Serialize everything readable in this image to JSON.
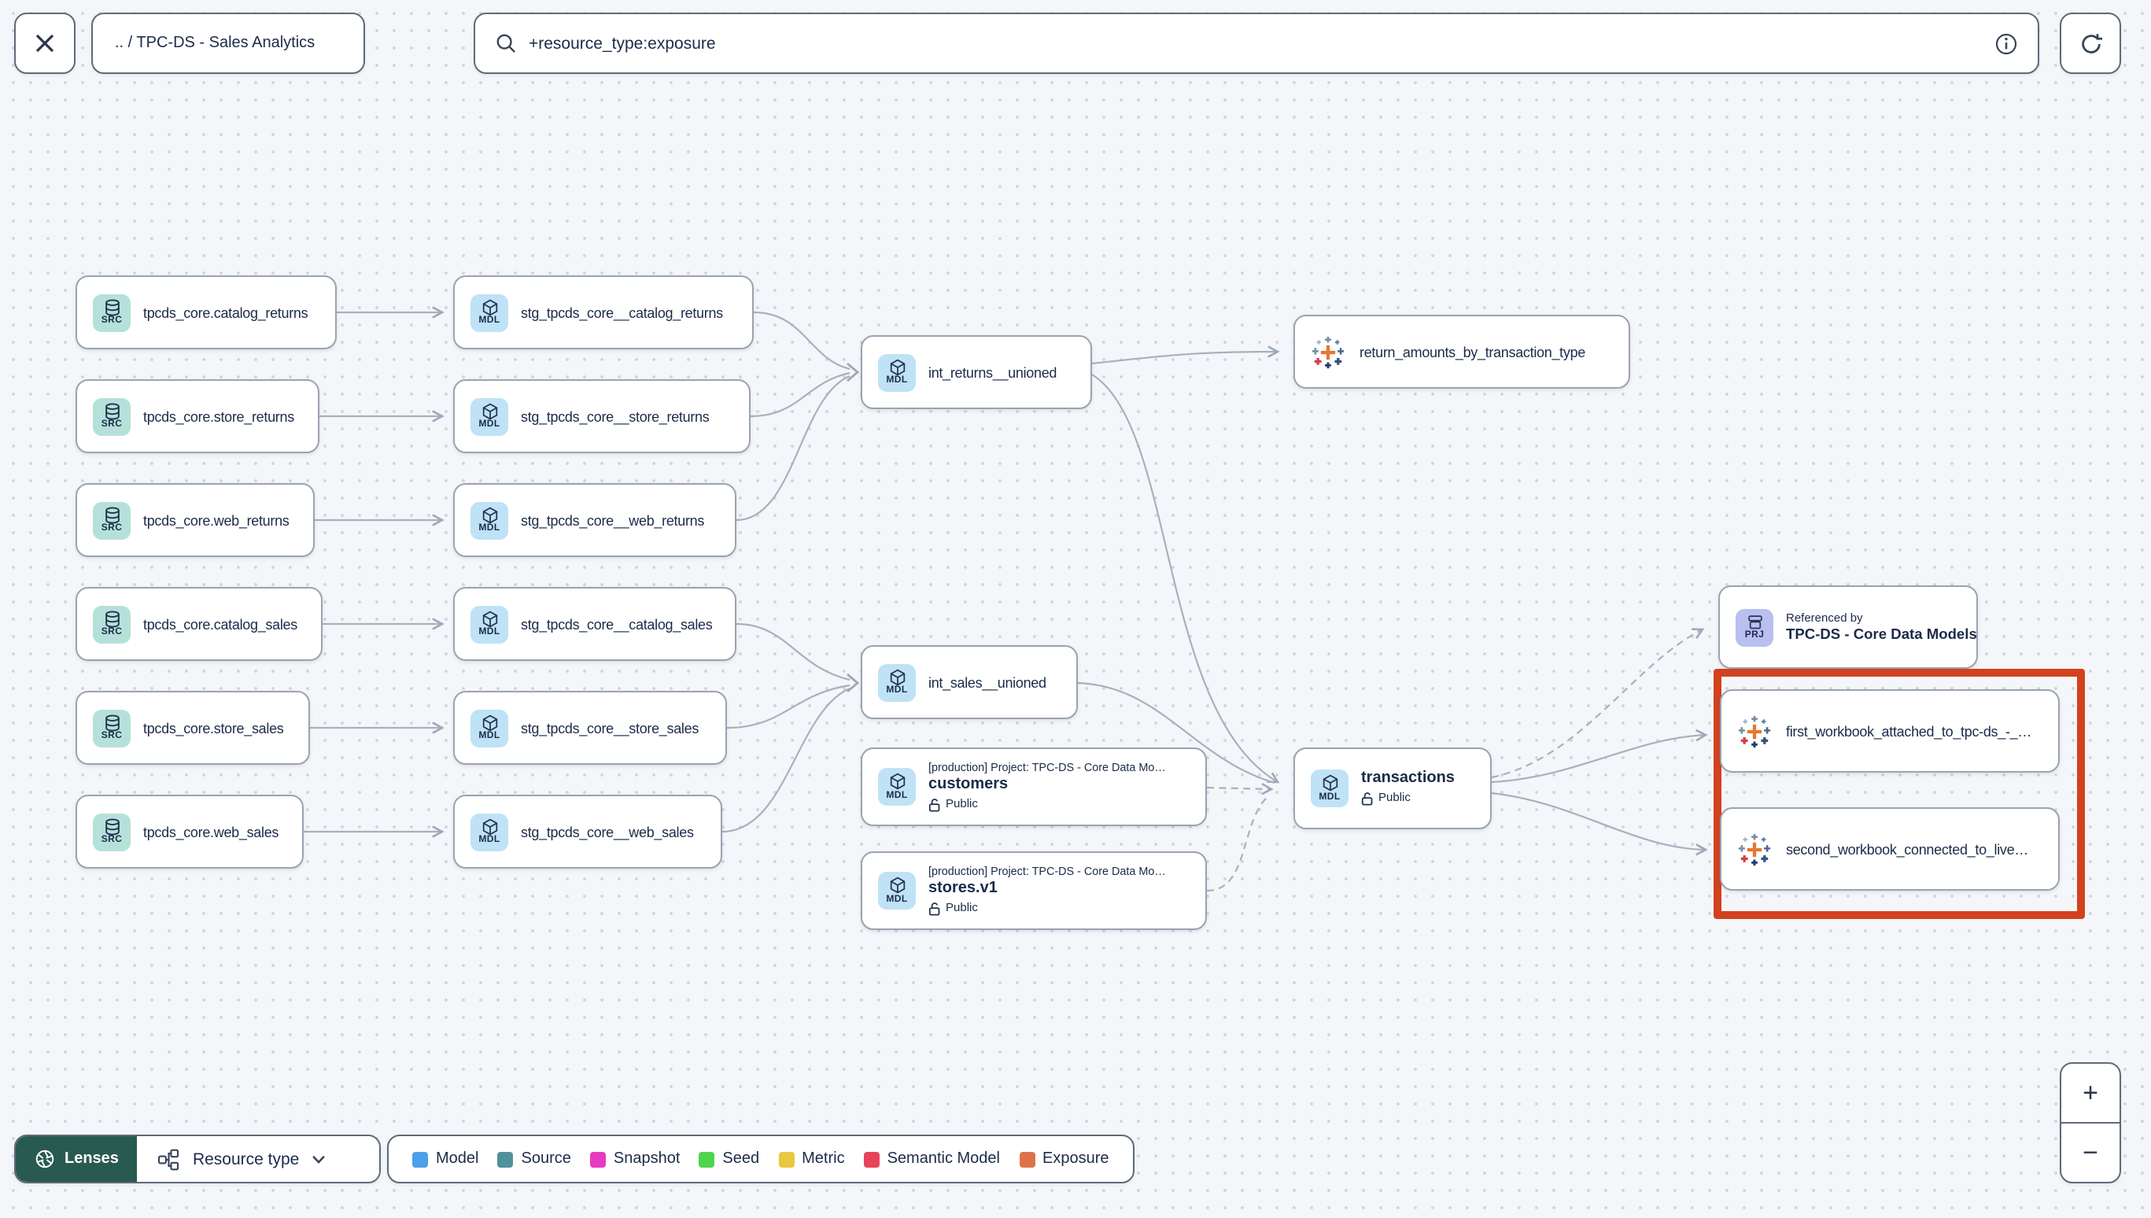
{
  "header": {
    "breadcrumb": ".. / TPC-DS - Sales Analytics",
    "search_value": "+resource_type:exposure"
  },
  "badges": {
    "source": "SRC",
    "model": "MDL",
    "project": "PRJ"
  },
  "graph": {
    "sources": [
      {
        "label": "tpcds_core.catalog_returns"
      },
      {
        "label": "tpcds_core.store_returns"
      },
      {
        "label": "tpcds_core.web_returns"
      },
      {
        "label": "tpcds_core.catalog_sales"
      },
      {
        "label": "tpcds_core.store_sales"
      },
      {
        "label": "tpcds_core.web_sales"
      }
    ],
    "staging": [
      {
        "label": "stg_tpcds_core__catalog_returns"
      },
      {
        "label": "stg_tpcds_core__store_returns"
      },
      {
        "label": "stg_tpcds_core__web_returns"
      },
      {
        "label": "stg_tpcds_core__catalog_sales"
      },
      {
        "label": "stg_tpcds_core__store_sales"
      },
      {
        "label": "stg_tpcds_core__web_sales"
      }
    ],
    "intermediate": [
      {
        "label": "int_returns__unioned"
      },
      {
        "label": "int_sales__unioned"
      }
    ],
    "public_models": [
      {
        "project": "[production] Project: TPC-DS - Core Data Mo…",
        "label": "customers",
        "visibility": "Public"
      },
      {
        "project": "[production] Project: TPC-DS - Core Data Mo…",
        "label": "stores.v1",
        "visibility": "Public"
      }
    ],
    "transactions": {
      "label": "transactions",
      "visibility": "Public"
    },
    "exposure_top": {
      "label": "return_amounts_by_transaction_type"
    },
    "referenced_by": {
      "title": "Referenced by",
      "name": "TPC-DS - Core Data Models"
    },
    "workbooks": [
      {
        "label": "first_workbook_attached_to_tpc-ds_-_…"
      },
      {
        "label": "second_workbook_connected_to_live…"
      }
    ]
  },
  "footer": {
    "lenses_label": "Lenses",
    "resource_type_label": "Resource type",
    "legend": [
      {
        "label": "Model",
        "color": "#4c9fe8"
      },
      {
        "label": "Source",
        "color": "#4f929b"
      },
      {
        "label": "Snapshot",
        "color": "#e83abf"
      },
      {
        "label": "Seed",
        "color": "#4fd44c"
      },
      {
        "label": "Metric",
        "color": "#e8c83f"
      },
      {
        "label": "Semantic Model",
        "color": "#e74458"
      },
      {
        "label": "Exposure",
        "color": "#dd7449"
      }
    ]
  },
  "zoom_controls": {
    "plus_label": "+",
    "minus_label": "−"
  },
  "colors": {
    "highlight_box": "#d2421e",
    "src_badge": "#b5e1da",
    "mdl_badge": "#bfe2f6",
    "prj_badge": "#babff1",
    "lenses_bg": "#295a50",
    "edge": "#a8b1be"
  }
}
